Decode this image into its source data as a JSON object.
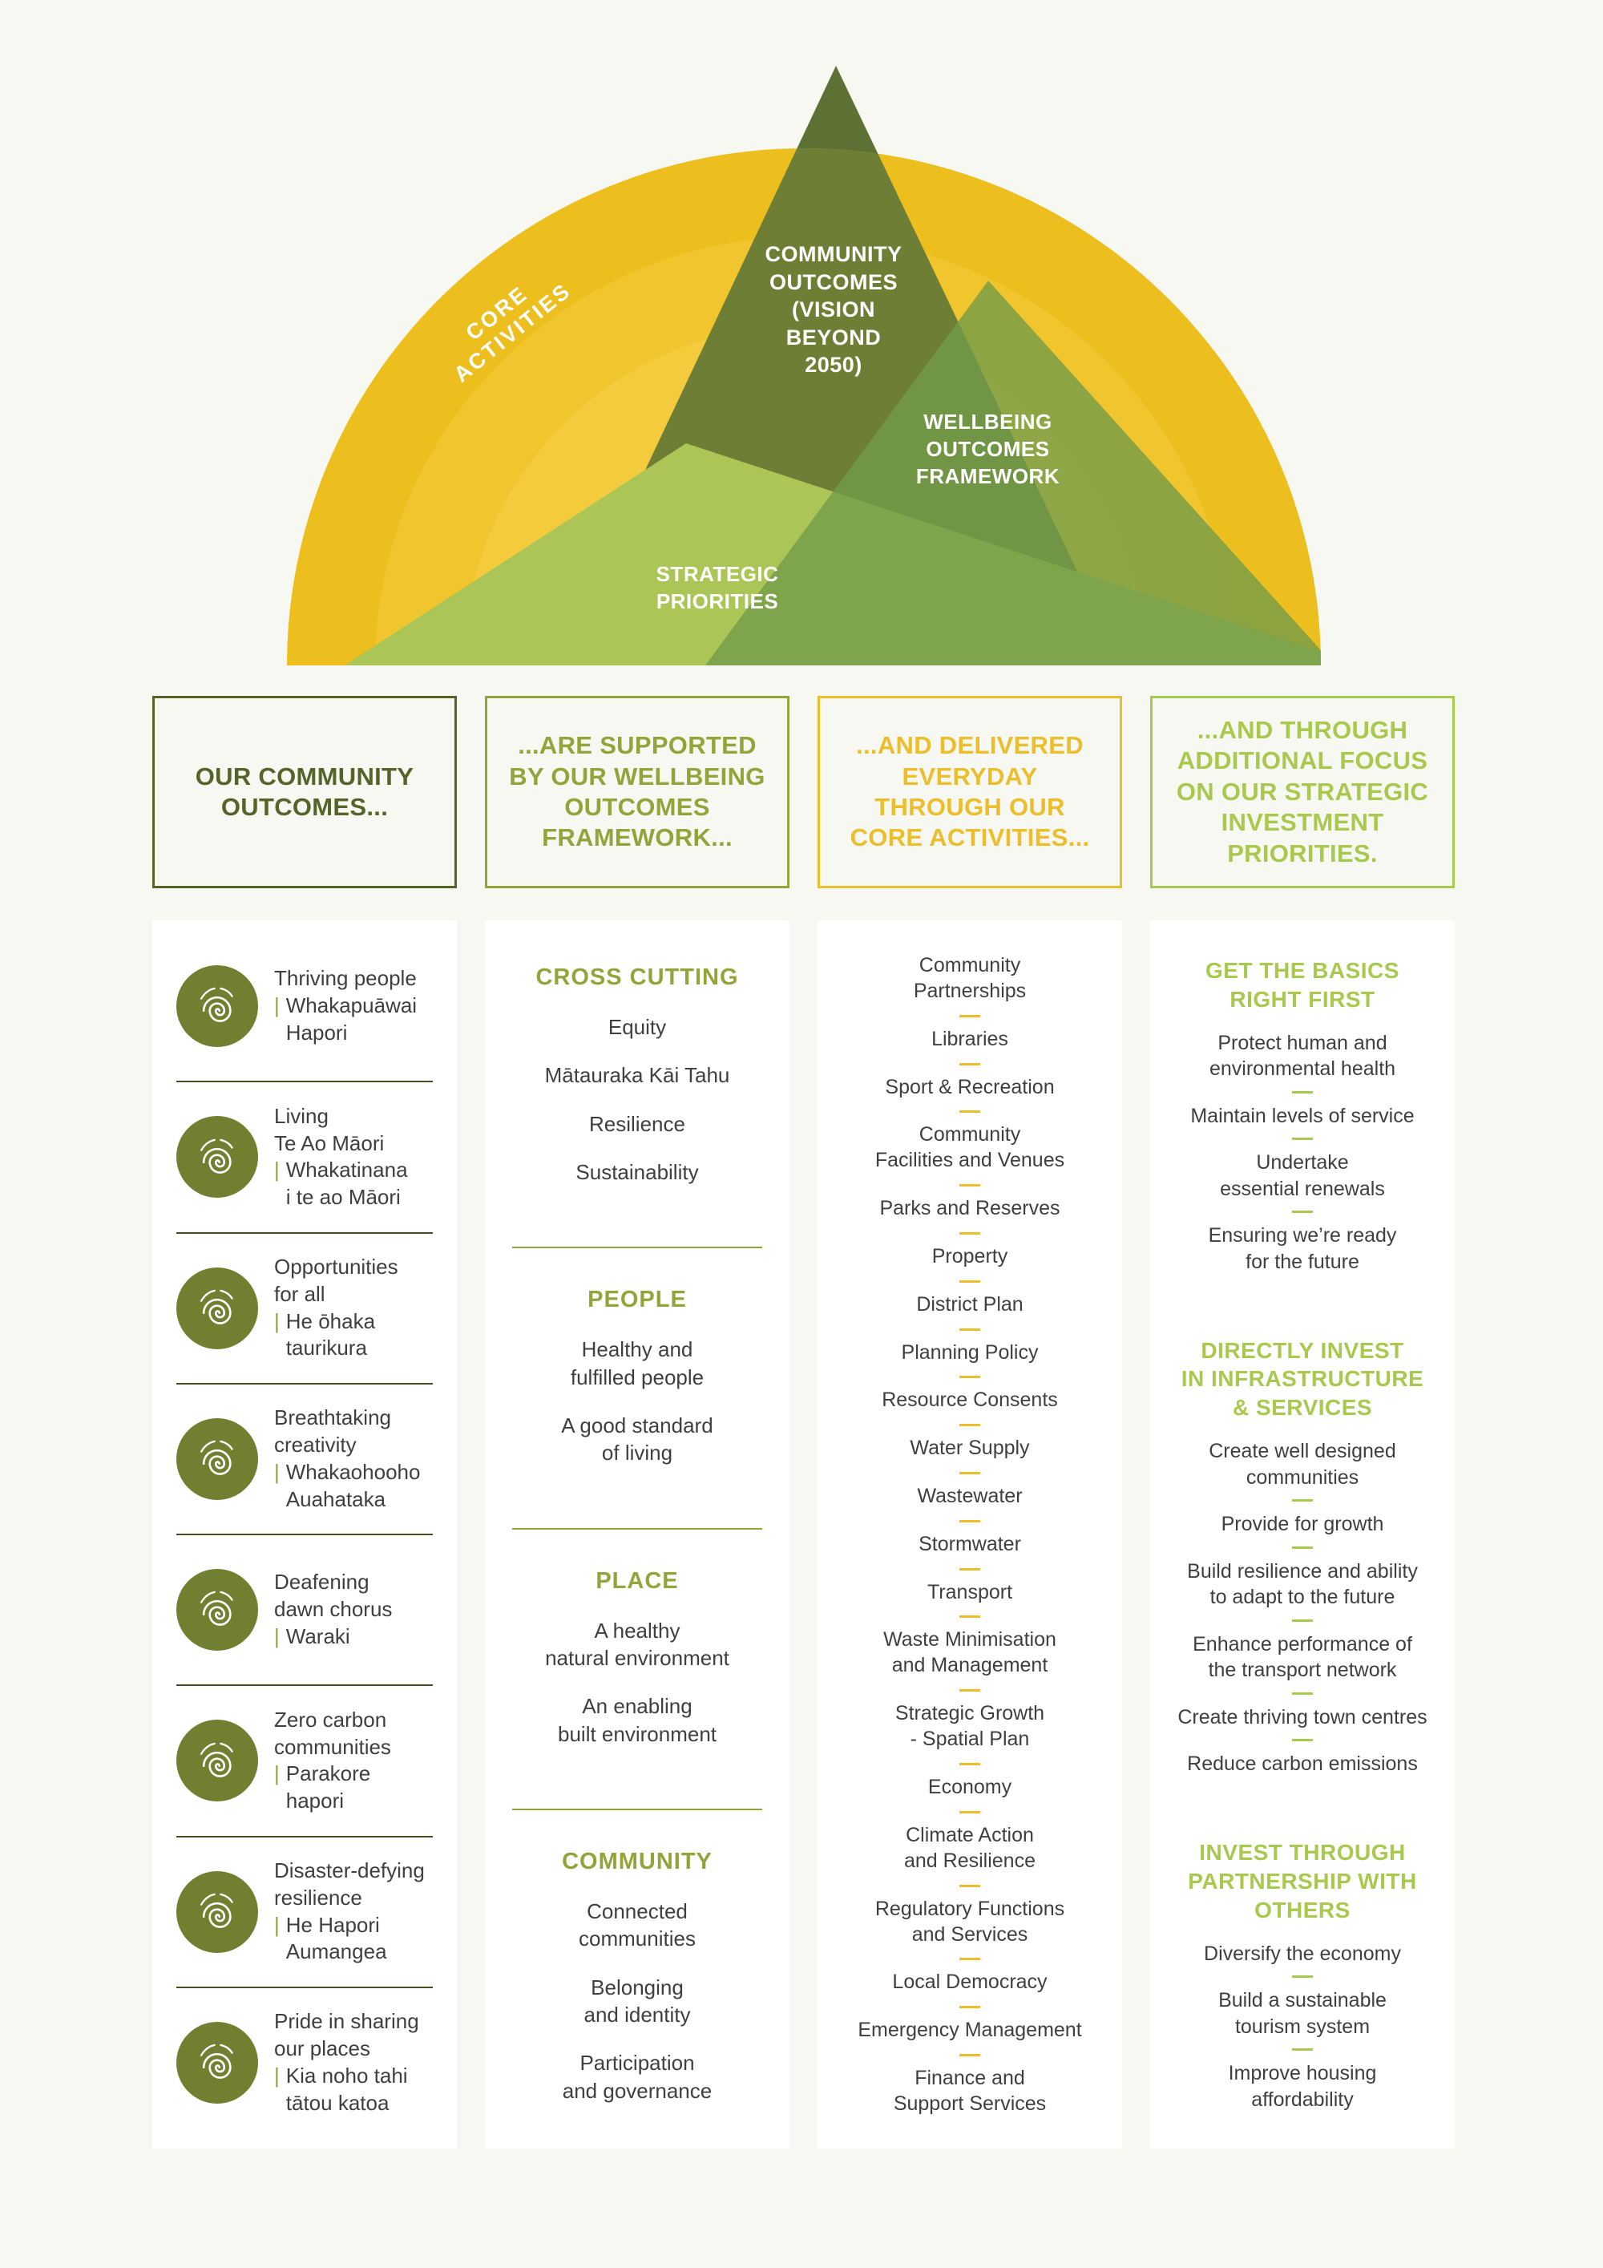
{
  "palette": {
    "page-bg": "#f8f8f3",
    "gold": "#edbf1e",
    "gold-accent": "#ecbe2b",
    "dark-olive": "#55652a",
    "olive": "#93a43b",
    "light-green": "#a9c84e",
    "mountain-dark": "#6f7e35",
    "mountain-light": "#abc557",
    "icon-green": "#718030",
    "text-dark": "#3f3f3f",
    "white": "#ffffff"
  },
  "mountain": {
    "core_activities_label": "CORE ACTIVITIES",
    "community_outcomes_label": "COMMUNITY\nOUTCOMES\n(VISION\nBEYOND\n2050)",
    "wellbeing_label": "WELLBEING\nOUTCOMES\nFRAMEWORK",
    "strategic_label": "STRATEGIC\nPRIORITIES"
  },
  "columns": {
    "community_outcomes": {
      "header": "OUR COMMUNITY\nOUTCOMES...",
      "pipe_char": "|",
      "items": [
        {
          "icon": "thriving-people-icon",
          "name": "Thriving people",
          "maori": "Whakapuāwai\nHapori"
        },
        {
          "icon": "te-ao-maori-icon",
          "name": "Living\nTe Ao Māori",
          "maori": "Whakatinana\ni te ao Māori"
        },
        {
          "icon": "opportunities-for-all-icon",
          "name": "Opportunities\nfor all",
          "maori": "He ōhaka\ntaurikura"
        },
        {
          "icon": "breathtaking-creativity-icon",
          "name": "Breathtaking\ncreativity",
          "maori": "Whakaohooho\nAuahataka"
        },
        {
          "icon": "dawn-chorus-icon",
          "name": "Deafening\ndawn chorus",
          "maori": "Waraki"
        },
        {
          "icon": "zero-carbon-icon",
          "name": "Zero carbon\ncommunities",
          "maori": "Parakore\nhapori"
        },
        {
          "icon": "disaster-resilience-icon",
          "name": "Disaster-defying\nresilience",
          "maori": "He Hapori\nAumangea"
        },
        {
          "icon": "sharing-places-icon",
          "name": "Pride in sharing\nour places",
          "maori": "Kia noho tahi\ntātou katoa"
        }
      ]
    },
    "wellbeing": {
      "header": "...ARE SUPPORTED\nBY OUR WELLBEING\nOUTCOMES\nFRAMEWORK...",
      "sections": [
        {
          "title": "CROSS CUTTING",
          "items": [
            "Equity",
            "Mātauraka Kāi Tahu",
            "Resilience",
            "Sustainability"
          ]
        },
        {
          "title": "PEOPLE",
          "items": [
            "Healthy and\nfulfilled people",
            "A good standard\nof living"
          ]
        },
        {
          "title": "PLACE",
          "items": [
            "A healthy\nnatural environment",
            "An enabling\nbuilt environment"
          ]
        },
        {
          "title": "COMMUNITY",
          "items": [
            "Connected\ncommunities",
            "Belonging\nand identity",
            "Participation\nand governance"
          ]
        }
      ]
    },
    "core_activities": {
      "header": "...AND DELIVERED\nEVERYDAY\nTHROUGH OUR\nCORE ACTIVITIES...",
      "items": [
        "Community\nPartnerships",
        "Libraries",
        "Sport & Recreation",
        "Community\nFacilities and Venues",
        "Parks and Reserves",
        "Property",
        "District Plan",
        "Planning Policy",
        "Resource Consents",
        "Water Supply",
        "Wastewater",
        "Stormwater",
        "Transport",
        "Waste Minimisation\nand Management",
        "Strategic Growth\n- Spatial Plan",
        "Economy",
        "Climate Action\nand Resilience",
        "Regulatory Functions\nand Services",
        "Local Democracy",
        "Emergency Management",
        "Finance and\nSupport Services"
      ]
    },
    "strategic_priorities": {
      "header": "...AND THROUGH\nADDITIONAL FOCUS\nON OUR STRATEGIC\nINVESTMENT\nPRIORITIES.",
      "sections": [
        {
          "title": "GET THE BASICS\nRIGHT FIRST",
          "items": [
            "Protect human and\nenvironmental health",
            "Maintain levels of service",
            "Undertake\nessential renewals",
            "Ensuring we’re ready\nfor the future"
          ]
        },
        {
          "title": "DIRECTLY INVEST\nIN INFRASTRUCTURE\n& SERVICES",
          "items": [
            "Create well designed\ncommunities",
            "Provide for growth",
            "Build resilience and ability\nto adapt to the future",
            "Enhance performance of\nthe transport network",
            "Create thriving town centres",
            "Reduce carbon emissions"
          ]
        },
        {
          "title": "INVEST THROUGH\nPARTNERSHIP WITH\nOTHERS",
          "items": [
            "Diversify the economy",
            "Build a sustainable\ntourism system",
            "Improve housing\naffordability"
          ]
        }
      ]
    }
  }
}
